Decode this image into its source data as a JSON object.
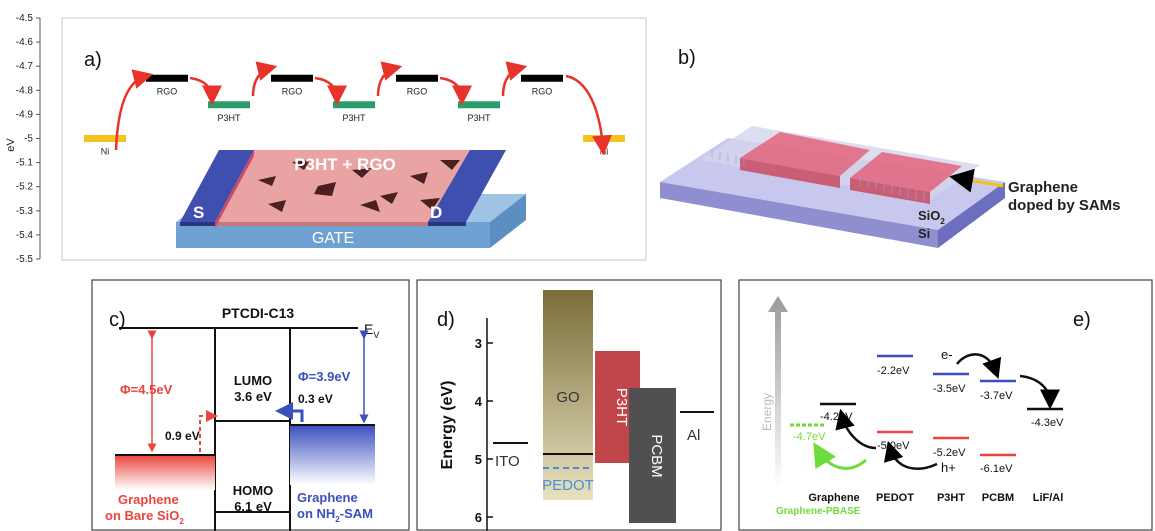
{
  "panel_a": {
    "label": "a)",
    "axis_label": "eV",
    "ticks": [
      "-4.5",
      "-4.6",
      "-4.7",
      "-4.8",
      "-4.9",
      "-5",
      "-5.1",
      "-5.2",
      "-5.3",
      "-5.4",
      "-5.5"
    ],
    "levels": [
      {
        "name": "Ni",
        "energy": -5.0,
        "color": "#f4c21b"
      },
      {
        "name": "RGO",
        "energy": -4.75,
        "color": "#000000"
      },
      {
        "name": "P3HT",
        "energy": -4.86,
        "color": "#2a9d6b"
      },
      {
        "name": "RGO",
        "energy": -4.75,
        "color": "#000000"
      },
      {
        "name": "P3HT",
        "energy": -4.86,
        "color": "#2a9d6b"
      },
      {
        "name": "RGO",
        "energy": -4.75,
        "color": "#000000"
      },
      {
        "name": "P3HT",
        "energy": -4.86,
        "color": "#2a9d6b"
      },
      {
        "name": "RGO",
        "energy": -4.75,
        "color": "#000000"
      },
      {
        "name": "Ni",
        "energy": -5.0,
        "color": "#f4c21b"
      }
    ],
    "device": {
      "channel": "P3HT + RGO",
      "source": "S",
      "drain": "D",
      "gate": "GATE"
    }
  },
  "panel_b": {
    "label": "b)",
    "annotation_line1": "Graphene",
    "annotation_line2": "doped by SAMs",
    "sio2": "SiO",
    "sio2_sub": "2",
    "si": "Si"
  },
  "panel_c": {
    "label": "c)",
    "title": "PTCDI-C13",
    "ev_label": "E",
    "ev_sub": "V",
    "phi_left": "Φ=4.5eV",
    "phi_right": "Φ=3.9eV",
    "lumo_label": "LUMO",
    "lumo_value": "3.6 eV",
    "homo_label": "HOMO",
    "homo_value": "6.1 eV",
    "barrier_left": "0.9 eV",
    "barrier_right": "0.3 eV",
    "graphene_left_1": "Graphene",
    "graphene_left_2": "on Bare SiO",
    "graphene_left_sub": "2",
    "graphene_right_1": "Graphene",
    "graphene_right_2": "on NH",
    "graphene_right_sub": "2",
    "graphene_right_3": "-SAM",
    "left_color": "#e8463c",
    "right_color": "#3b4fbf"
  },
  "panel_d": {
    "label": "d)",
    "axis_label": "Energy (eV)",
    "ticks": [
      "3",
      "4",
      "5",
      "6"
    ],
    "layers": {
      "ito": "ITO",
      "go": "GO",
      "pedot": "PEDOT",
      "p3ht": "P3HT",
      "pcbm": "PCBM",
      "al": "Al"
    }
  },
  "panel_e": {
    "label": "e)",
    "axis_label": "Energy",
    "levels": [
      "-2.2eV",
      "-3.5eV",
      "-3.7eV",
      "-4.2eV",
      "-4.3eV",
      "-4.7eV",
      "-5.0eV",
      "-5.2eV",
      "-6.1eV"
    ],
    "carriers": {
      "electron": "e-",
      "hole": "h+"
    },
    "materials": [
      "Graphene",
      "PEDOT",
      "P3HT",
      "PCBM",
      "LiF/Al"
    ],
    "modified": "Graphene-PBASE",
    "green": "#6fdc3c"
  }
}
